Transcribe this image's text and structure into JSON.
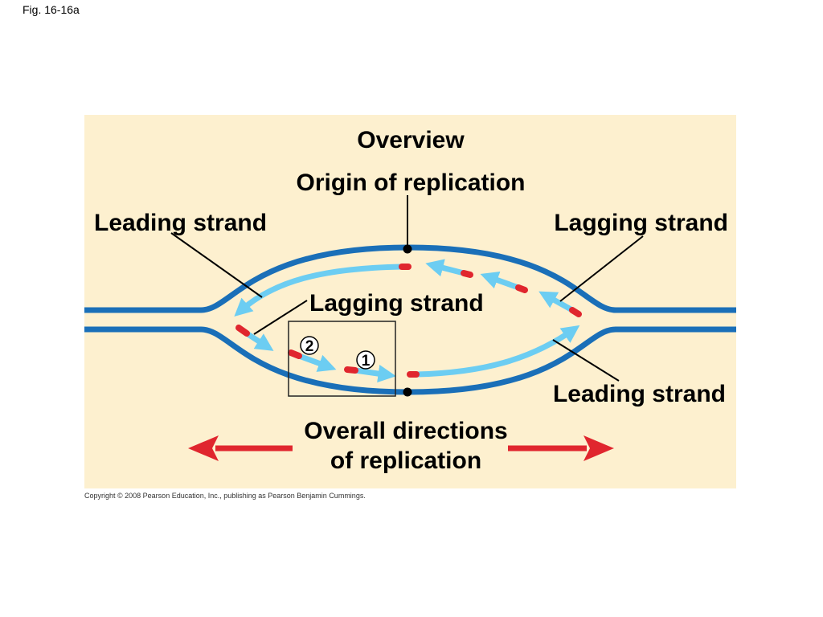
{
  "figure_label": "Fig. 16-16a",
  "title": "Overview",
  "labels": {
    "origin": "Origin of replication",
    "leading_top_left": "Leading strand",
    "lagging_top_right": "Lagging strand",
    "lagging_middle": "Lagging strand",
    "leading_bottom_right": "Leading strand",
    "directions_line1": "Overall directions",
    "directions_line2": "of replication"
  },
  "step_numbers": [
    "2",
    "1"
  ],
  "colors": {
    "parental_strand": "#1a6fb8",
    "new_strand": "#6ccdf2",
    "primer": "#e0262e",
    "direction_arrow": "#e0262e",
    "panel_background": "#fdf0cf"
  },
  "copyright": "Copyright © 2008 Pearson Education, Inc., publishing as Pearson Benjamin Cummings."
}
